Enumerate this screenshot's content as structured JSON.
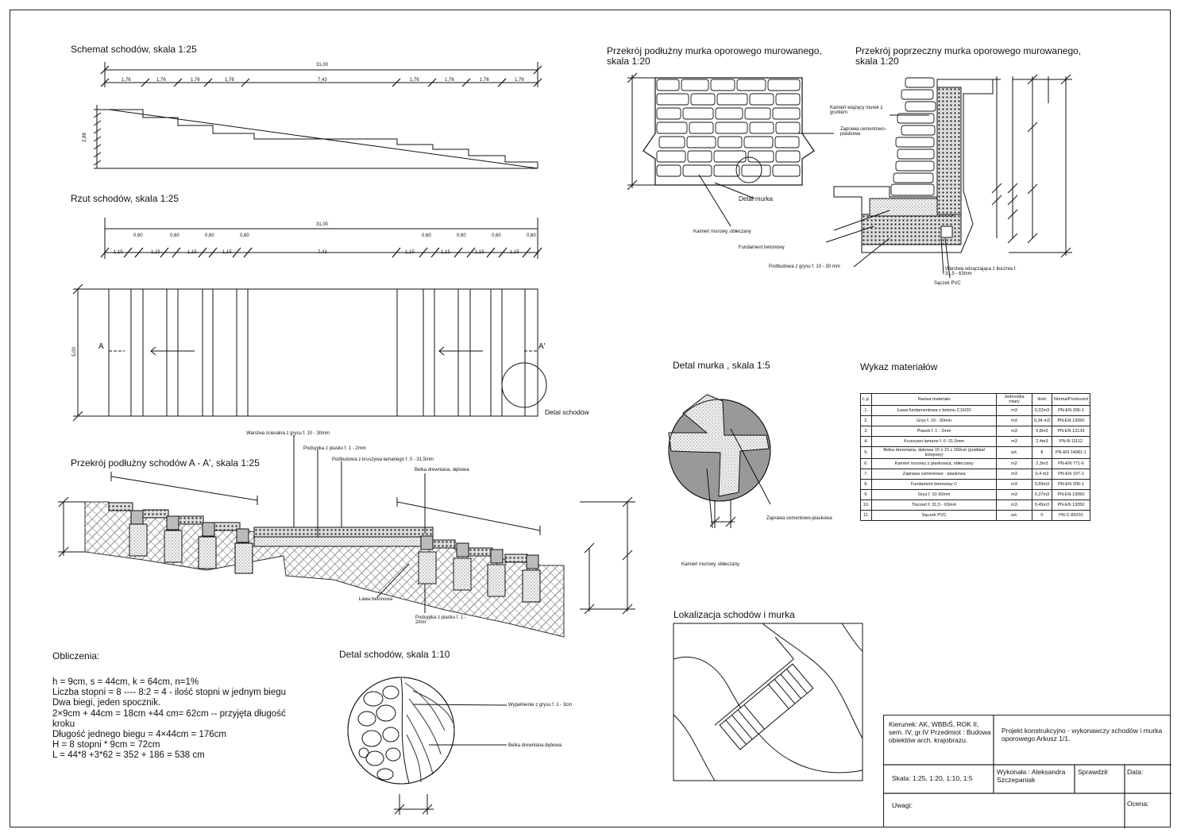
{
  "titles": {
    "stairs_scheme": "Schemat schodów, skala 1:25",
    "stairs_plan": "Rzut schodów, skala 1:25",
    "stairs_section": "Przekrój podłużny schodów A - A', skala 1:25",
    "wall_long_section": "Przekrój podłużny murka oporowego murowanego,",
    "wall_long_section_scale": "skala 1:20",
    "wall_cross_section": "Przekrój poprzeczny murka oporowego murowanego,",
    "wall_cross_section_scale": "skala 1:20",
    "wall_detail": "Detal murka , skala 1:5",
    "stairs_detail": "Detal schodów, skala 1:10",
    "materials": "Wykaz materiałów",
    "location": "Lokalizacja schodów i murka",
    "calc": "Obliczenia:"
  },
  "plan_marks": {
    "a_left": "A",
    "a_right": "A'",
    "detail_label": "Detal schodów"
  },
  "wall_labels": {
    "detail_murka": "Detal murka",
    "kamien_wiazacy": "Kamień wiążący murek z gruntem",
    "zaprawa": "Zaprawa cementowo-piaskowa",
    "kamien_murowy": "Kamień murowy, obłeczany",
    "fundament": "Fundament betonowy",
    "podbudowa": "Podbudowa z grysu f. 10 - 30 mm",
    "warstwa_odsaczajaca": "Warstwa odsączająca z tłucznia f. 31,5 - 63mm",
    "saczek": "Sączek PVC"
  },
  "section_labels": {
    "warstwa_scieralna": "Warstwa ścieralna z grysu f. 10 - 30mm",
    "podsypka": "Podsypka z piasku f. 1 - 2mm",
    "podbudowa": "Podbudowa z kruszywa łamanego f. 0 - 31,5mm",
    "belka": "Belka drewniana, dębowa",
    "lawa": "Ława betonowa",
    "podsypka2": "Podsypka z piasku f. 1 - 2mm"
  },
  "detail_labels": {
    "zaprawa": "Zaprawa cementowo-piaskowa",
    "kamien": "Kamień murowy, obłeczany",
    "wypelnienie": "Wypełnienie z grysu f. 1 - 3cm",
    "belka": "Belka drewniana dębowa"
  },
  "materials_table": {
    "headers": [
      "L.p.",
      "Nazwa materiału",
      "Jednostka miary",
      "Ilość",
      "Norma/Producent"
    ],
    "rows": [
      [
        "1.",
        "Ława fundamentowa z betonu C16/20",
        "m3",
        "0,22m3",
        "PN-EN 206-1"
      ],
      [
        "2.",
        "Grys f. 10 - 30mm",
        "m3",
        "0,34 m3",
        "PN-EN 13050"
      ],
      [
        "3.",
        "Piasek f. 1 - 2mm",
        "m3",
        "0,8m3",
        "PN-EN 13139"
      ],
      [
        "4.",
        "Kruszywo łamane f. 0 -31,5mm",
        "m3",
        "2,4m3",
        "PN-B-11112"
      ],
      [
        "5.",
        "Belka drewniana, dębowa 15 x 15 x 160cm (podkład kolejowy)",
        "szt.",
        "8",
        "PN-EN 14081-1"
      ],
      [
        "6.",
        "Kamień murowy z piaskowca, obłeczany",
        "m2",
        "2,3m3",
        "PN-EN 771-6"
      ],
      [
        "7.",
        "Zaprawa cementowo - piaskowa",
        "m3",
        "0,4 m3",
        "PN-EN 197-1"
      ],
      [
        "8.",
        "Fundament betonowy C",
        "m3",
        "3,69m3",
        "PN-EN 206-1"
      ],
      [
        "9.",
        "Grys f. 10-30mm",
        "m3",
        "0,27m3",
        "PN-EN 13050"
      ],
      [
        "10.",
        "Tłuczeń f. 31,5 - 63mm",
        "m3",
        "0,45m3",
        "PN-EN 13050"
      ],
      [
        "11.",
        "Sączek PVC",
        "szt.",
        "0",
        "PN-C-89201"
      ]
    ]
  },
  "calculations": [
    "h = 9cm, s = 44cm, k = 64cm, n=1%",
    "Liczba stopni = 8 ---- 8:2 = 4 - ilość stopni w jednym biegu",
    "Dwa biegi, jeden spocznik.",
    "2×9cm + 44cm = 18cm +44 cm= 62cm -- przyjęta długość kroku",
    "Długość jednego biegu = 4×44cm = 176cm",
    "H = 8 stopni * 9cm = 72cm",
    "L = 44*8 +3*62 = 352 + 186 = 538 cm"
  ],
  "title_block": {
    "author_info": "Kierunek: AK, WBBiŚ, ROK II, sem. IV, gr.IV Przedmiot : Budowa obiektów arch. krajobrazu.",
    "project": "Projekt konstrukcyjno - wykonawczy schodów i murka oporowego Arkusz 1/1.",
    "scale": "Skala: 1:25, 1:20, 1:10, 1:5",
    "made_by": "Wykonała : Aleksandra Szczepaniak",
    "checked": "Sprawdził:",
    "date": "Data:",
    "remarks": "Uwagi:",
    "grade": "Ocena:"
  },
  "dims": {
    "total_scheme": "31,00",
    "total_plan": "31,00",
    "step_a": "1,76",
    "landing": "7,43",
    "plan_step": "0,60",
    "plan_gap": "1,15",
    "height_scheme": "2,88",
    "plan_width": "5,00"
  }
}
